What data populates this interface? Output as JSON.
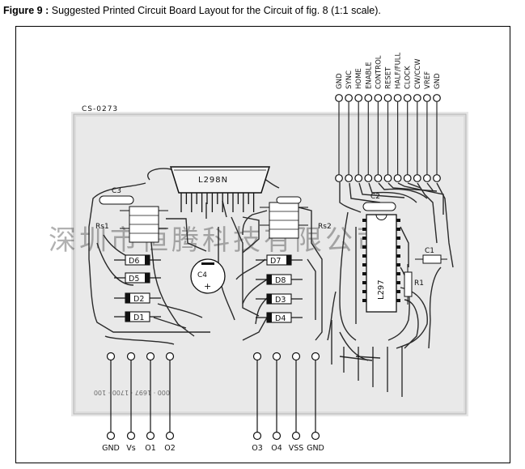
{
  "caption": {
    "label": "Figure 9 :",
    "text": "Suggested Printed Circuit Board Layout for the Circuit of fig. 8 (1:1 scale)."
  },
  "diagram": {
    "board_ref": "CS-0273",
    "ic_main": "L298N",
    "ic_controller": "L297",
    "capacitors": [
      "C3",
      "C2",
      "C1",
      "C4"
    ],
    "resistors": [
      "Rs1",
      "Rs2",
      "R1"
    ],
    "diodes": [
      "D6",
      "D5",
      "D2",
      "D1",
      "D7",
      "D8",
      "D3",
      "D4"
    ],
    "top_connector_pins": [
      "GND",
      "SYNC",
      "HOME",
      "ENABLE",
      "CONTROL",
      "RESET",
      "HALF/FULL",
      "CLOCK",
      "CW/CCW",
      "VREF",
      "GND"
    ],
    "bottom_left_pins": [
      "GND",
      "Vs",
      "O1",
      "O2"
    ],
    "bottom_right_pins": [
      "O3",
      "O4",
      "VSS",
      "GND"
    ],
    "watermark": "深圳市恒腾科技有限公司",
    "board_color": "#e9e9e9",
    "trace_color": "#2a2a2a"
  }
}
